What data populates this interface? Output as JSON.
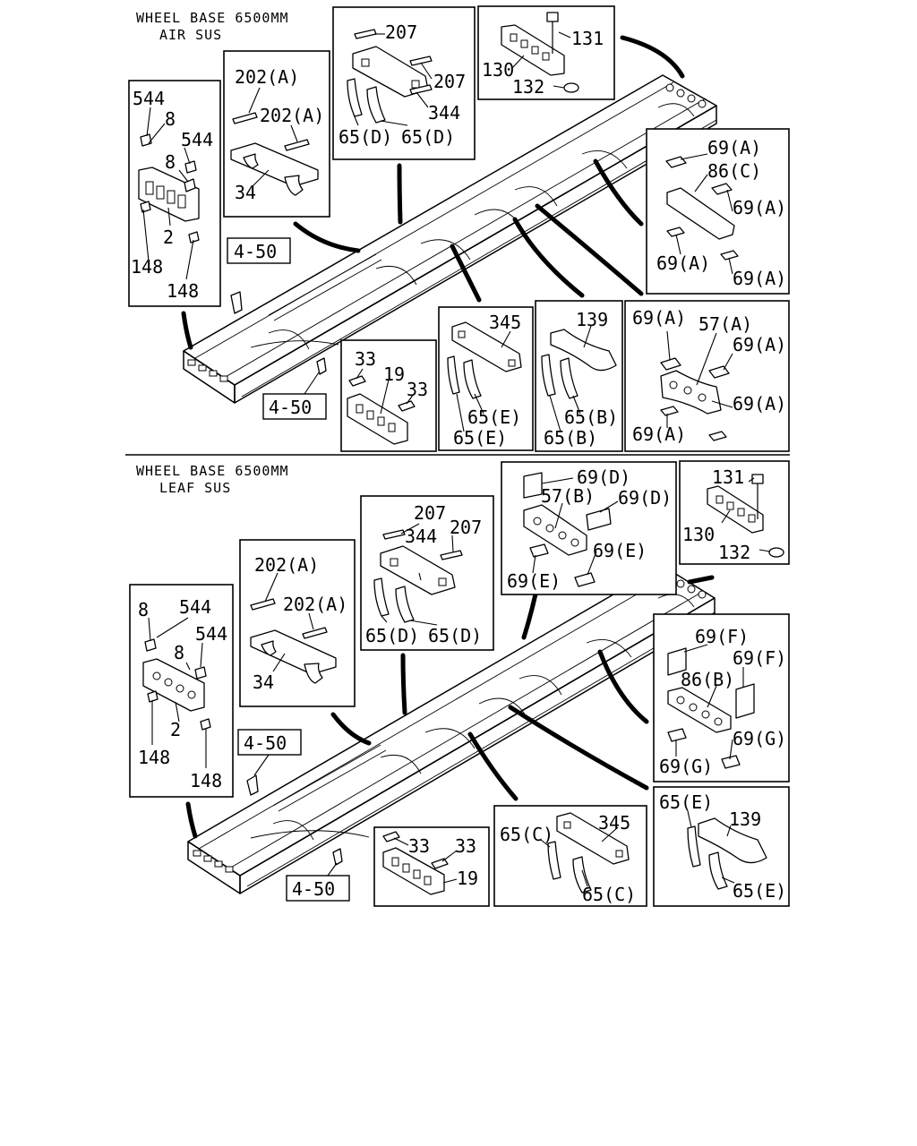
{
  "sections": [
    {
      "header": [
        "WHEEL BASE 6500MM",
        "AIR SUS"
      ],
      "labels": {
        "b1": [
          "544",
          "8",
          "544",
          "8",
          "2",
          "148",
          "148"
        ],
        "b2": [
          "202(A)",
          "202(A)",
          "34"
        ],
        "b3": [
          "207",
          "207",
          "344",
          "65(D)",
          "65(D)"
        ],
        "b4": [
          "131",
          "130",
          "132"
        ],
        "b5": [
          "69(A)",
          "86(C)",
          "69(A)",
          "69(A)",
          "69(A)"
        ],
        "b6": [
          "33",
          "19",
          "33"
        ],
        "b7": [
          "345",
          "65(E)",
          "65(E)"
        ],
        "b8": [
          "139",
          "65(B)",
          "65(B)"
        ],
        "b9": [
          "69(A)",
          "57(A)",
          "69(A)",
          "69(A)",
          "69(A)"
        ],
        "refs": [
          "4-50",
          "4-50"
        ]
      }
    },
    {
      "header": [
        "WHEEL BASE 6500MM",
        "LEAF SUS"
      ],
      "labels": {
        "b1": [
          "8",
          "544",
          "544",
          "8",
          "2",
          "148",
          "148"
        ],
        "b2": [
          "202(A)",
          "202(A)",
          "34"
        ],
        "b3": [
          "207",
          "207",
          "344",
          "65(D)",
          "65(D)"
        ],
        "b4": [
          "69(D)",
          "57(B)",
          "69(D)",
          "69(E)",
          "69(E)"
        ],
        "b5": [
          "131",
          "130",
          "132"
        ],
        "b6": [
          "69(F)",
          "69(F)",
          "86(B)",
          "69(G)",
          "69(G)"
        ],
        "b7": [
          "33",
          "33",
          "19"
        ],
        "b8": [
          "345",
          "65(C)",
          "65(C)"
        ],
        "b9": [
          "65(E)",
          "139",
          "65(E)"
        ],
        "refs": [
          "4-50",
          "4-50"
        ]
      }
    }
  ]
}
